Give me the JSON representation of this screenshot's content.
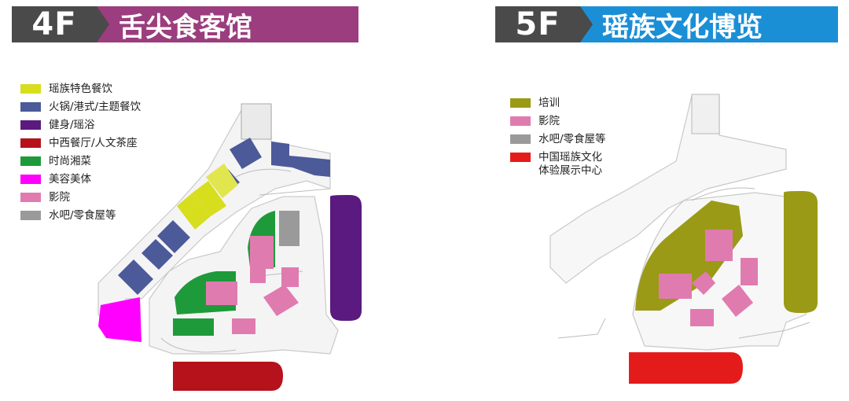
{
  "left_panel": {
    "floor": "4F",
    "title": "舌尖食客馆",
    "title_color": "#9b3d7e",
    "legend": [
      {
        "label": "瑶族特色餐饮",
        "color": "#d7de1e"
      },
      {
        "label": "火锅/港式/主题餐饮",
        "color": "#4c5a9a"
      },
      {
        "label": "健身/瑶浴",
        "color": "#5b1a7f"
      },
      {
        "label": "中西餐厅/人文茶座",
        "color": "#b5121b"
      },
      {
        "label": "时尚湘菜",
        "color": "#1f9a3a"
      },
      {
        "label": "美容美体",
        "color": "#ff00ff"
      },
      {
        "label": "影院",
        "color": "#e07bb0"
      },
      {
        "label": "水吧/零食屋等",
        "color": "#9a9a9a"
      }
    ]
  },
  "right_panel": {
    "floor": "5F",
    "title": "瑶族文化博览",
    "title_color": "#1b8fd6",
    "legend": [
      {
        "label": "培训",
        "color": "#9a9a16"
      },
      {
        "label": "影院",
        "color": "#e07bb0"
      },
      {
        "label": "水吧/零食屋等",
        "color": "#9a9a9a"
      },
      {
        "label": "中国瑶族文化体验展示中心",
        "color": "#e41b1b"
      }
    ]
  }
}
